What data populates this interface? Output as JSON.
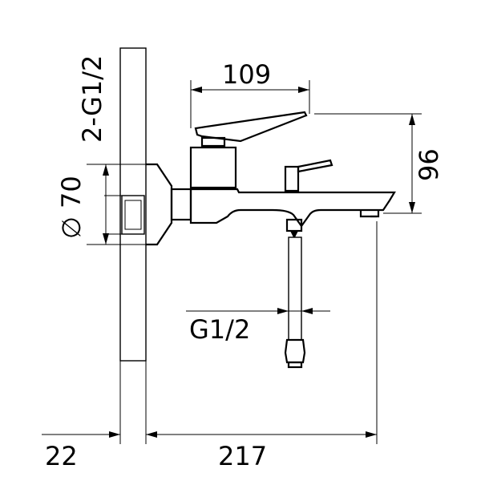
{
  "dimensions": {
    "mixer_width": "109",
    "mixer_height": "96",
    "inlet_thread": "2-G1/2",
    "flange_diameter": "∅ 70",
    "hose_thread": "G1/2",
    "wall_offset": "22",
    "total_depth": "217"
  }
}
